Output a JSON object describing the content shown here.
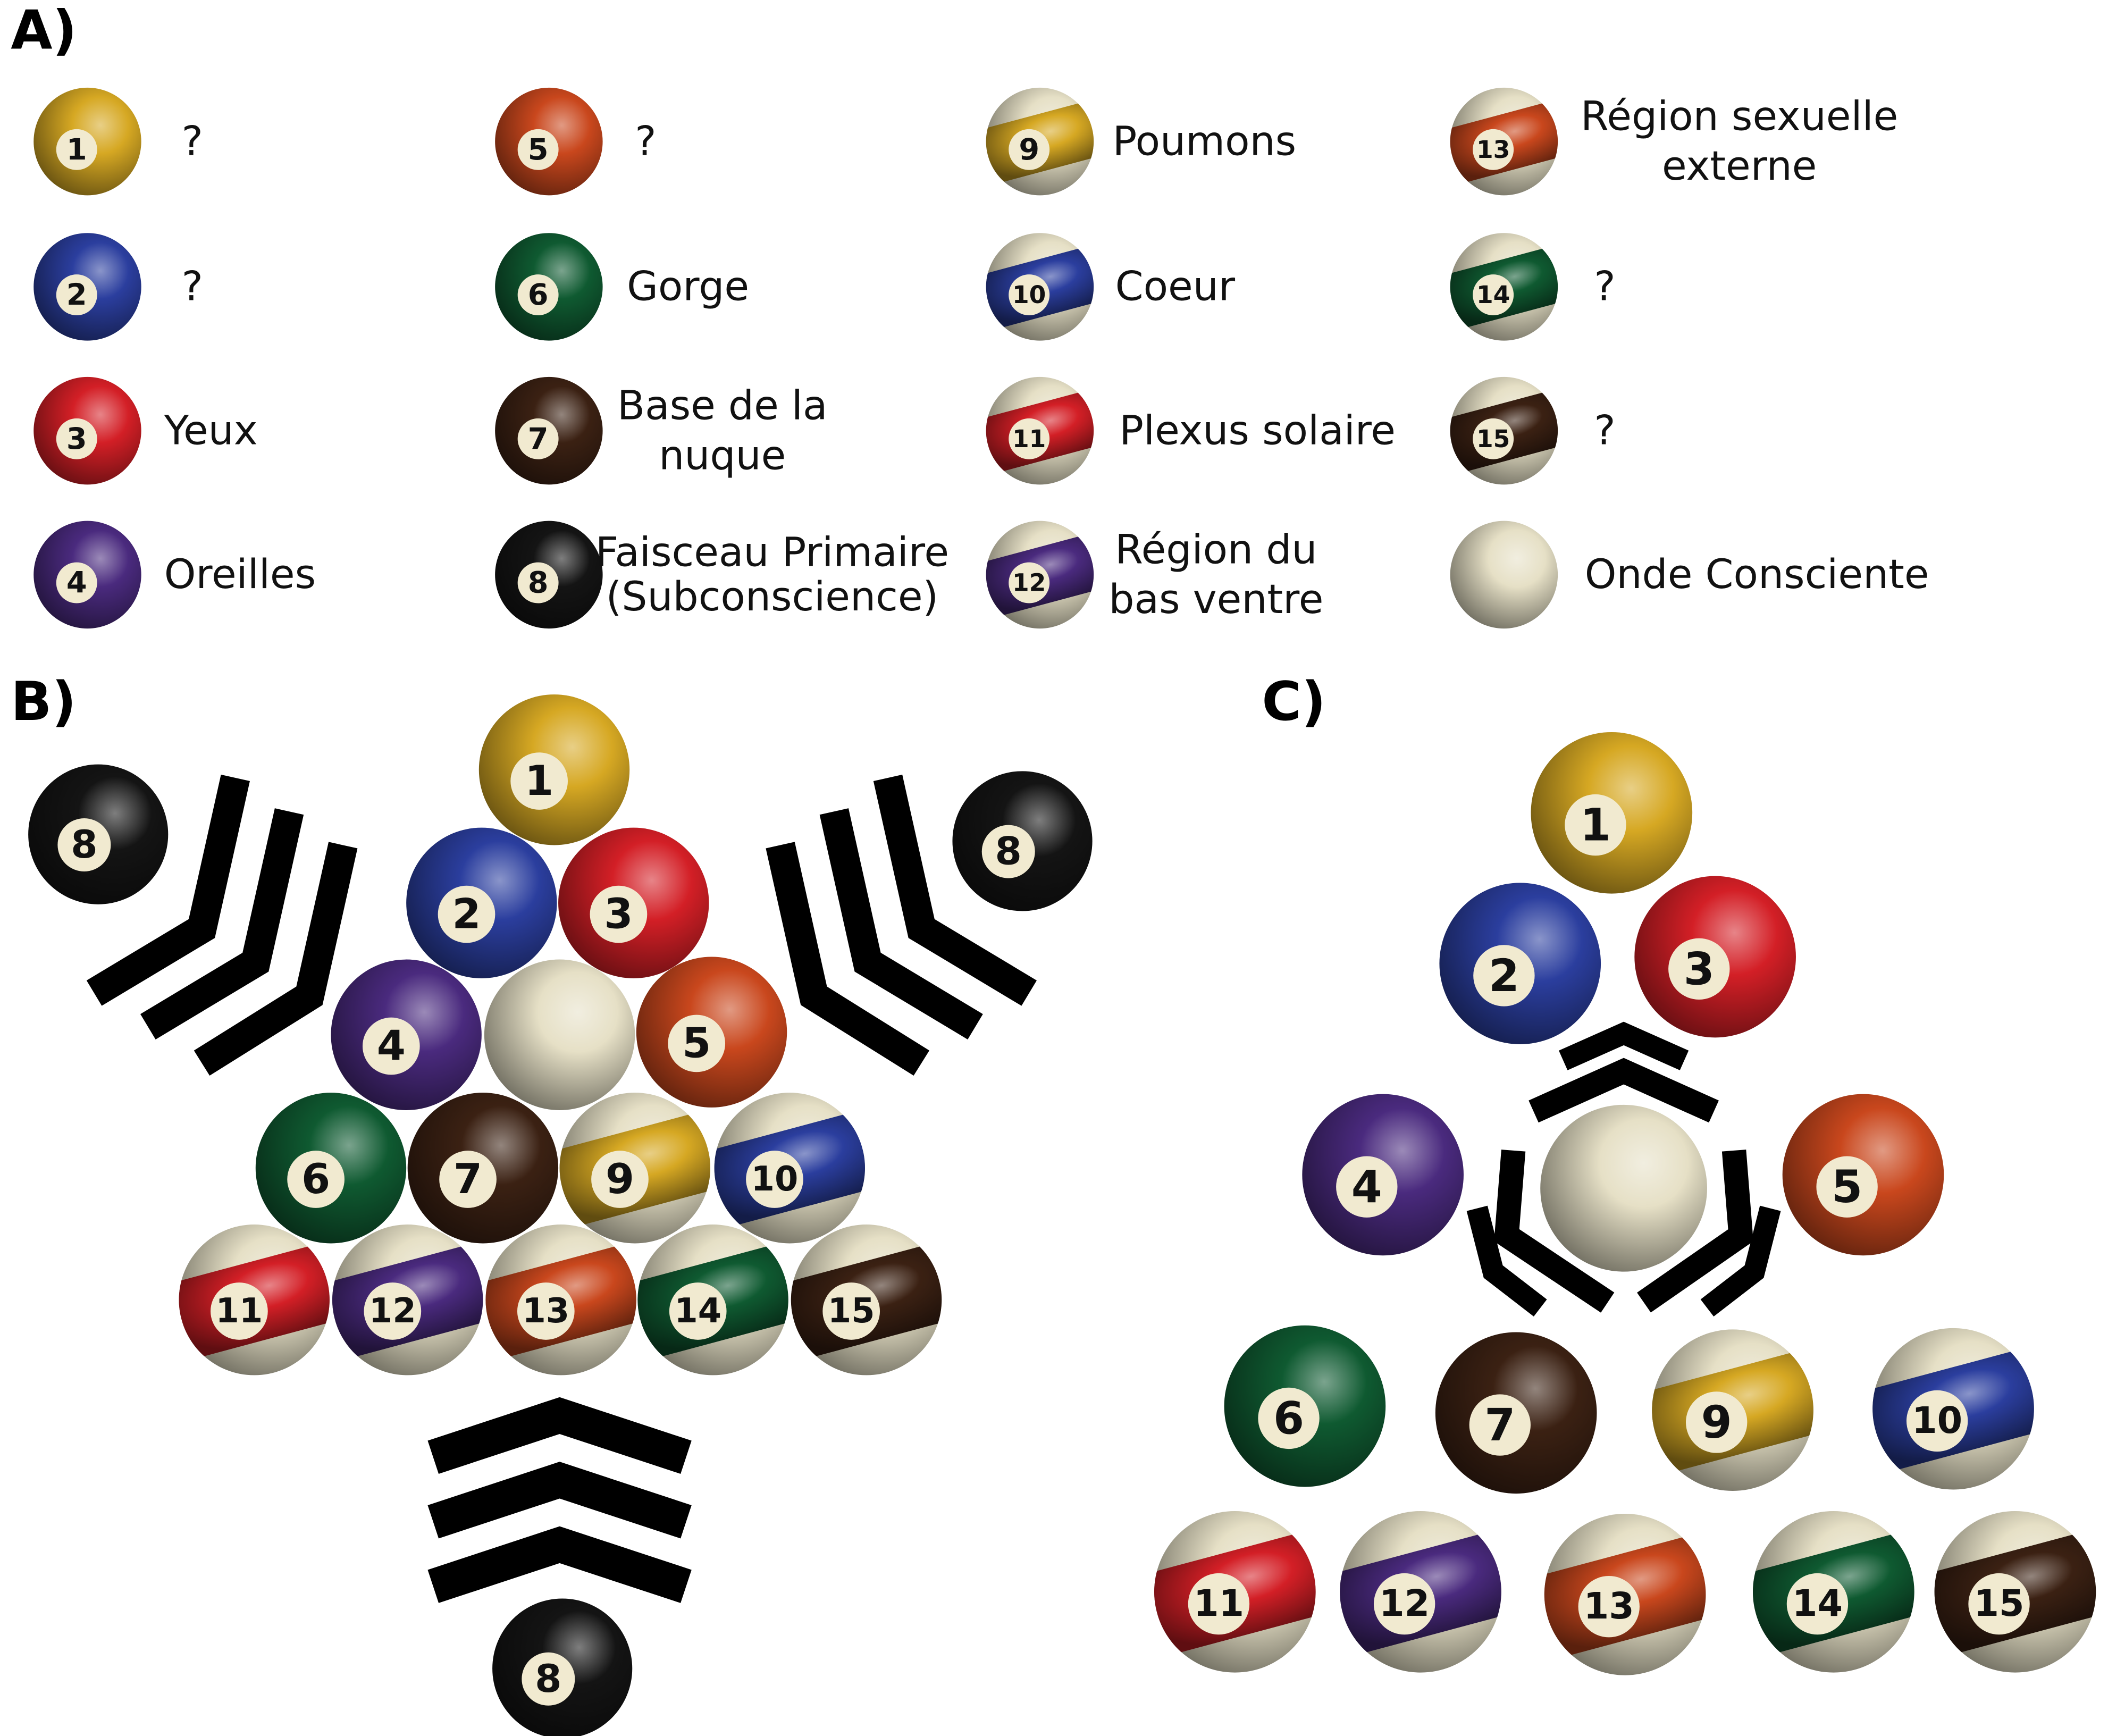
{
  "sections": {
    "a": "A)",
    "b": "B)",
    "c": "C)"
  },
  "ball_colors": {
    "1": "#d6a823",
    "2": "#2b3e9e",
    "3": "#d31f26",
    "4": "#4a2a7e",
    "5": "#c9471d",
    "6": "#0f5a31",
    "7": "#3b2113",
    "8": "#141414",
    "9": "#d6a823",
    "10": "#2b3e9e",
    "11": "#d31f26",
    "12": "#4a2a7e",
    "13": "#c9471d",
    "14": "#0f5a31",
    "15": "#3b2113",
    "cue": "#e6e0c6"
  },
  "legend": [
    {
      "ball": "1",
      "lines": [
        "?"
      ]
    },
    {
      "ball": "2",
      "lines": [
        "?"
      ]
    },
    {
      "ball": "3",
      "lines": [
        "Yeux"
      ]
    },
    {
      "ball": "4",
      "lines": [
        "Oreilles"
      ]
    },
    {
      "ball": "5",
      "lines": [
        "?"
      ]
    },
    {
      "ball": "6",
      "lines": [
        "Gorge"
      ]
    },
    {
      "ball": "7",
      "lines": [
        "Base de la",
        "nuque"
      ]
    },
    {
      "ball": "8",
      "lines": [
        "Faisceau Primaire",
        "(Subconscience)"
      ]
    },
    {
      "ball": "9",
      "lines": [
        "Poumons"
      ]
    },
    {
      "ball": "10",
      "lines": [
        "Coeur"
      ]
    },
    {
      "ball": "11",
      "lines": [
        "Plexus solaire"
      ]
    },
    {
      "ball": "12",
      "lines": [
        "Région du",
        "bas ventre"
      ]
    },
    {
      "ball": "13",
      "lines": [
        "Région sexuelle",
        "externe"
      ]
    },
    {
      "ball": "14",
      "lines": [
        "?"
      ]
    },
    {
      "ball": "15",
      "lines": [
        "?"
      ]
    },
    {
      "ball": "cue",
      "lines": [
        "Onde Consciente"
      ]
    }
  ],
  "diagram_b": {
    "balls": [
      "1",
      "2",
      "3",
      "4",
      "cue",
      "5",
      "6",
      "7",
      "9",
      "10",
      "11",
      "12",
      "13",
      "14",
      "15",
      "8",
      "8",
      "8"
    ]
  },
  "diagram_c": {
    "balls": [
      "1",
      "2",
      "3",
      "4",
      "cue",
      "5",
      "6",
      "7",
      "9",
      "10",
      "11",
      "12",
      "13",
      "14",
      "15"
    ]
  }
}
